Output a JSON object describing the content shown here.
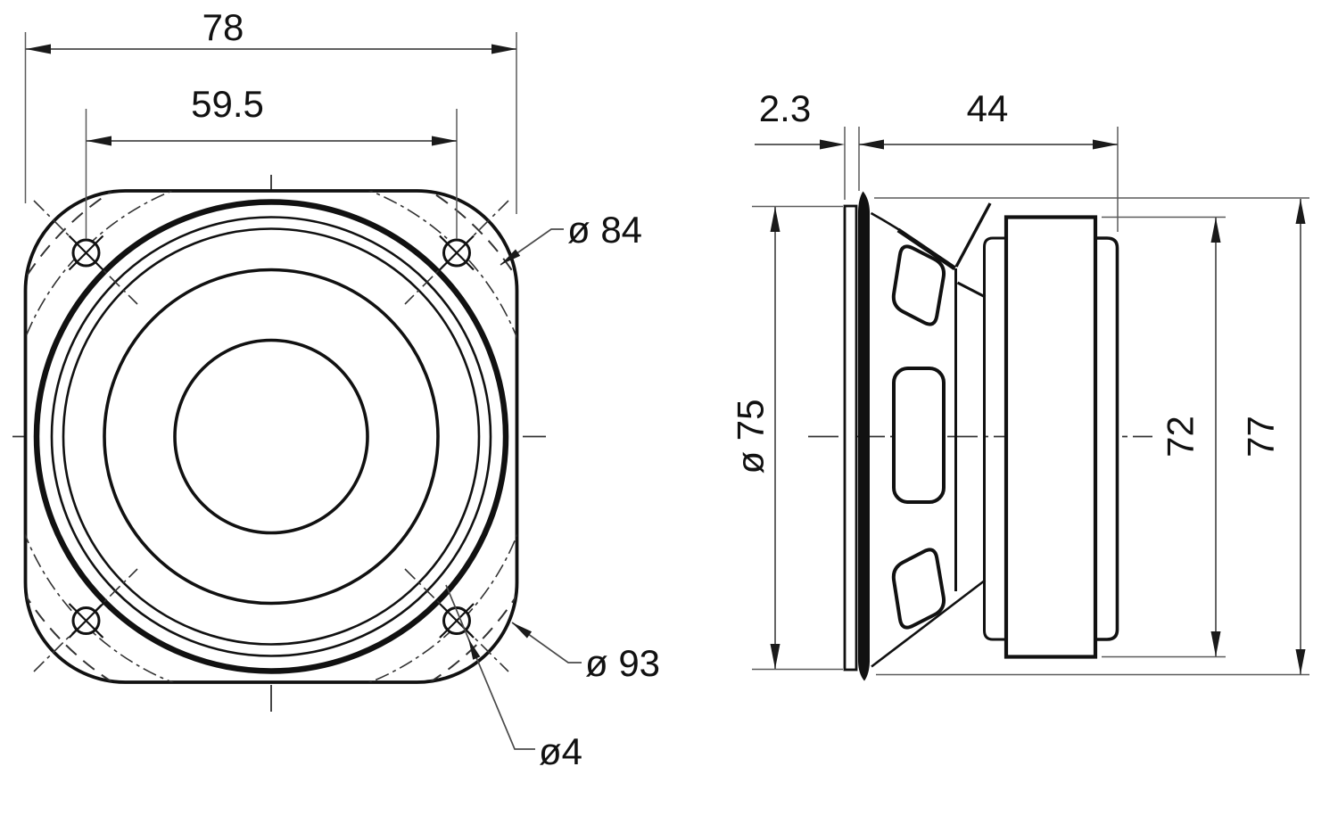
{
  "front_view": {
    "width": "78",
    "hole_spacing": "59.5",
    "bolt_circle": "ø 84",
    "outer_circle": "ø 93",
    "hole_diameter": "ø4"
  },
  "side_view": {
    "flange_thickness": "2.3",
    "depth": "44",
    "flange_diameter": "ø 75",
    "magnet_diameter": "72",
    "overall_height": "77"
  },
  "colors": {
    "line": "#111111",
    "dimension": "#4a4a4a",
    "background": "#ffffff"
  }
}
